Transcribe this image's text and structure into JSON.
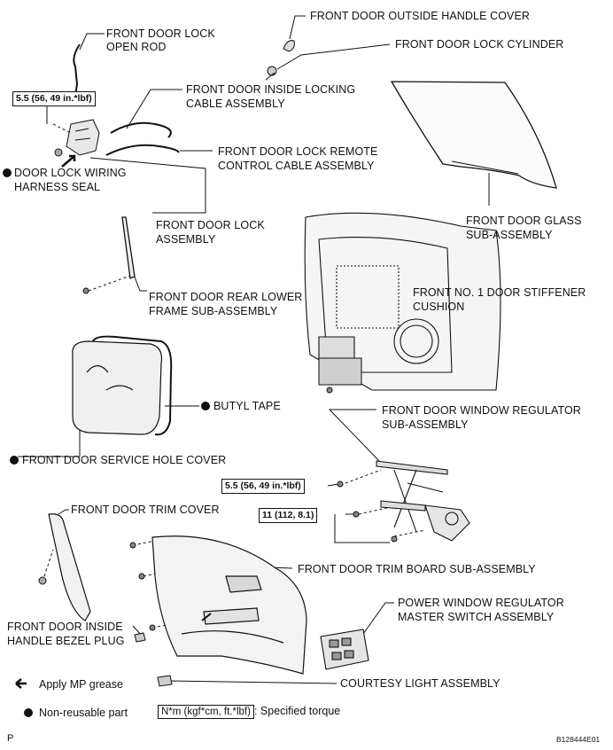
{
  "labels": {
    "outside_handle_cover": "FRONT DOOR OUTSIDE HANDLE COVER",
    "lock_cylinder": "FRONT DOOR LOCK CYLINDER",
    "lock_open_rod_1": "FRONT DOOR LOCK",
    "lock_open_rod_2": "OPEN ROD",
    "inside_locking_cable_1": "FRONT DOOR INSIDE LOCKING",
    "inside_locking_cable_2": "CABLE ASSEMBLY",
    "remote_control_cable_1": "FRONT DOOR LOCK REMOTE",
    "remote_control_cable_2": "CONTROL CABLE ASSEMBLY",
    "wiring_harness_seal_1": "DOOR LOCK WIRING",
    "wiring_harness_seal_2": "HARNESS SEAL",
    "lock_assembly_1": "FRONT DOOR LOCK",
    "lock_assembly_2": "ASSEMBLY",
    "glass_1": "FRONT DOOR GLASS",
    "glass_2": "SUB-ASSEMBLY",
    "rear_lower_frame_1": "FRONT DOOR REAR LOWER",
    "rear_lower_frame_2": "FRAME SUB-ASSEMBLY",
    "stiffener_cushion_1": "FRONT NO. 1 DOOR STIFFENER",
    "stiffener_cushion_2": "CUSHION",
    "butyl_tape": "BUTYL TAPE",
    "window_regulator_1": "FRONT DOOR WINDOW REGULATOR",
    "window_regulator_2": "SUB-ASSEMBLY",
    "service_hole_cover": "FRONT DOOR SERVICE HOLE COVER",
    "trim_cover": "FRONT DOOR TRIM COVER",
    "trim_board": "FRONT DOOR TRIM BOARD SUB-ASSEMBLY",
    "master_switch_1": "POWER WINDOW REGULATOR",
    "master_switch_2": "MASTER SWITCH ASSEMBLY",
    "bezel_plug_1": "FRONT DOOR INSIDE",
    "bezel_plug_2": "HANDLE BEZEL PLUG",
    "courtesy_light": "COURTESY LIGHT ASSEMBLY"
  },
  "torques": {
    "lock_torque": "5.5 (56, 49 in.*lbf)",
    "regulator_torque": "5.5 (56, 49 in.*lbf)",
    "regulator_bolt_torque": "11 (112, 8.1)"
  },
  "legend": {
    "grease_text": "Apply MP grease",
    "nonreusable_text": "Non-reusable part",
    "spec_box": "N*m (kgf*cm, ft.*lbf)",
    "spec_text": ": Specified torque"
  },
  "footer": {
    "left_code": "P",
    "figure_id": "B128444E01"
  }
}
